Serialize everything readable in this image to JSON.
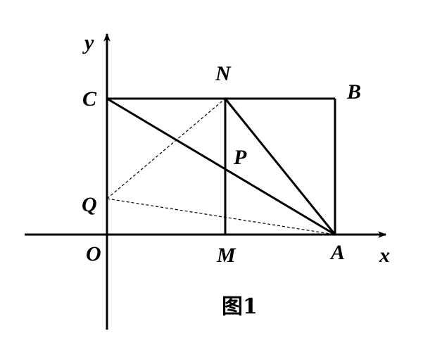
{
  "labels": {
    "y_axis": "y",
    "x_axis": "x",
    "origin": "O",
    "C": "C",
    "N": "N",
    "B": "B",
    "P": "P",
    "Q": "Q",
    "M": "M",
    "A": "A"
  },
  "caption": "图1"
}
